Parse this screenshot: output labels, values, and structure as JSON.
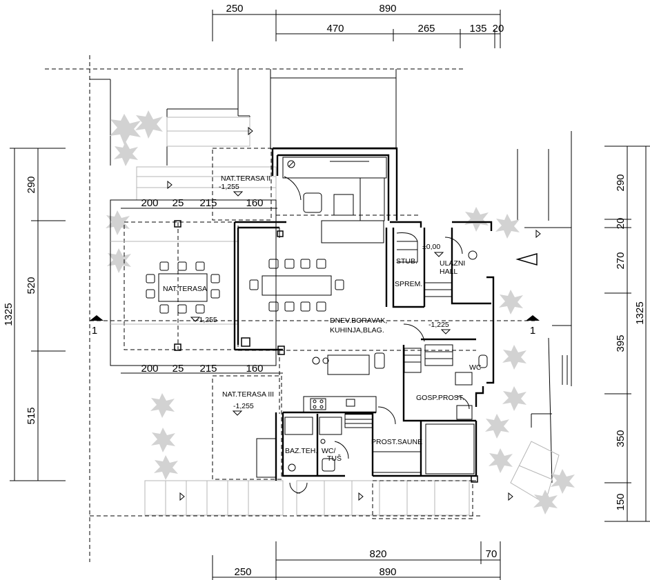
{
  "dimensions": {
    "top_row1": [
      "250",
      "890"
    ],
    "top_row2": [
      "470",
      "265",
      "135",
      "20"
    ],
    "bottom_row1": [
      "820",
      "70"
    ],
    "bottom_row2": [
      "250",
      "890"
    ],
    "left_total": "1325",
    "left_segments": [
      "290",
      "520",
      "515"
    ],
    "right_total": "1325",
    "right_segments": [
      "290",
      "20",
      "270",
      "395",
      "350",
      "150"
    ],
    "terrace_upper": [
      "200",
      "25",
      "215",
      "160"
    ],
    "terrace_lower": [
      "200",
      "25",
      "215",
      "160"
    ]
  },
  "rooms": {
    "nat_terasa_ii": "NAT.TERASA II",
    "nat_terasa": "NAT.TERASA",
    "nat_terasa_iii": "NAT.TERASA III",
    "living": [
      "DNEV.BORAVAK,",
      "KUHINJA,BLAG."
    ],
    "stub": "STUB.",
    "sprem": "SPREM.",
    "ulazni": [
      "ULAZNI",
      "HALL"
    ],
    "wc": "WC",
    "gosp": "GOSP.PROST.",
    "sauna": "PROST.SAUNE",
    "baz": "BAZ.TEH.",
    "wc_tus": [
      "WC/",
      "TUŠ"
    ]
  },
  "levels": {
    "terasa_ii": "-1,255",
    "terasa": "-1,255",
    "terasa_iii": "-1,255",
    "entry": "±0,00",
    "living": "-1,225"
  },
  "section_marks": {
    "left": "1",
    "right": "1"
  }
}
